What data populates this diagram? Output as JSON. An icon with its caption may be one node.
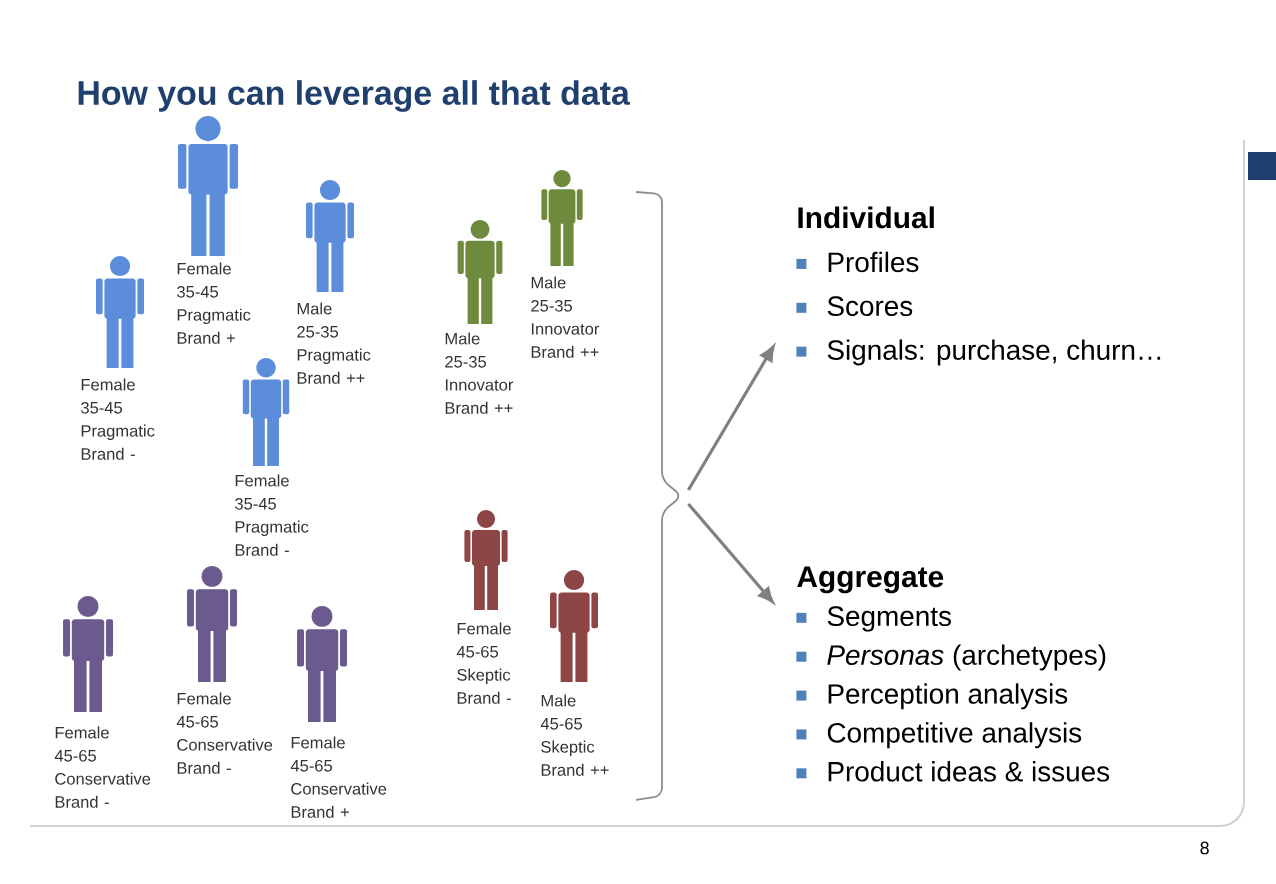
{
  "diagram": {
    "title": "How you can leverage all that data",
    "nodes": [
      {
        "text": [],
        "shape": "person",
        "beside": [
          "Female 35-45 Pragmatic Brand +"
        ]
      },
      {
        "text": [],
        "shape": "person",
        "beside": [
          "Male 25-35 Pragmatic Brand ++"
        ]
      },
      {
        "text": [],
        "shape": "person",
        "beside": [
          "Female 35-45 Pragmatic Brand -"
        ]
      },
      {
        "text": [],
        "shape": "person",
        "beside": [
          "Female 35-45 Pragmatic Brand -"
        ]
      },
      {
        "text": [],
        "shape": "person",
        "beside": [
          "Male 25-35 Innovator Brand ++"
        ]
      },
      {
        "text": [],
        "shape": "person",
        "beside": [
          "Male 25-35 Innovator Brand ++"
        ]
      },
      {
        "text": [],
        "shape": "person",
        "beside": [
          "Female 45-65 Skeptic Brand -"
        ]
      },
      {
        "text": [],
        "shape": "person",
        "beside": [
          "Male 45-65 Skeptic Brand ++"
        ]
      },
      {
        "text": [],
        "shape": "person",
        "beside": [
          "Female 45-65 Conservative Brand -"
        ]
      },
      {
        "text": [],
        "shape": "person",
        "beside": [
          "Female 45-65 Conservative Brand -"
        ]
      },
      {
        "text": [],
        "shape": "person",
        "beside": [
          "Female 45-65 Conservative Brand +"
        ]
      },
      {
        "text": [
          "Individual",
          "Profiles",
          "Scores",
          "Signals: purchase, churn…"
        ]
      },
      {
        "text": [
          "Aggregate",
          "Segments",
          "*Personas* (archetypes)",
          "Perception analysis",
          "Competitive analysis",
          "Product ideas & issues"
        ]
      },
      {
        "text": [],
        "shape": "bracket"
      }
    ],
    "edges": [
      {
        "from": 13,
        "to": 11,
        "arrow": "to"
      },
      {
        "from": 13,
        "to": 12,
        "arrow": "to"
      }
    ],
    "labels": [
      "8"
    ]
  }
}
